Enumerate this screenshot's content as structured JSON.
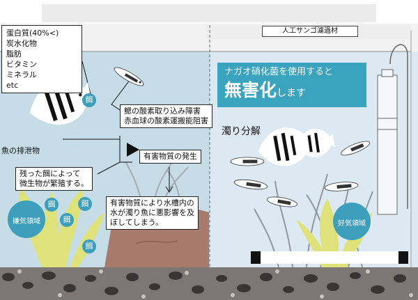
{
  "filter_label": "人工サンゴ濾過材",
  "nutrients": [
    "蛋白質(40%<)",
    "炭水化物",
    "脂肪",
    "ビタミン",
    "ミネラル",
    "etc"
  ],
  "food_glyph": "餌",
  "labels": {
    "gill": [
      "鰓の酸素取り込み障害",
      "赤血球の酸素運搬能阻害"
    ],
    "excretion": "魚の排泄物",
    "leftover": [
      "残った餌によって",
      "微生物が繁殖する。"
    ],
    "harmful": "有害物質の発生",
    "murky": [
      "有害物質により水槽内の",
      "水が濁り魚に悪影響を及",
      "ぼしてしまう。"
    ],
    "decompose": "濁り分解"
  },
  "banner": {
    "line1": "ナガオ硝化菌を使用すると",
    "big": "無害化",
    "small": "します"
  },
  "zones": {
    "anaerobic": "嫌気領域",
    "aerobic": "好気領域"
  },
  "colors": {
    "water_left": "#c6dce7",
    "water_right": "#dde9f2",
    "banner": "#3aa3bd",
    "food": "#3e9fbc",
    "plant": "#dfe17a",
    "rock": "#a77a6c",
    "gravel": "#7e7675"
  }
}
